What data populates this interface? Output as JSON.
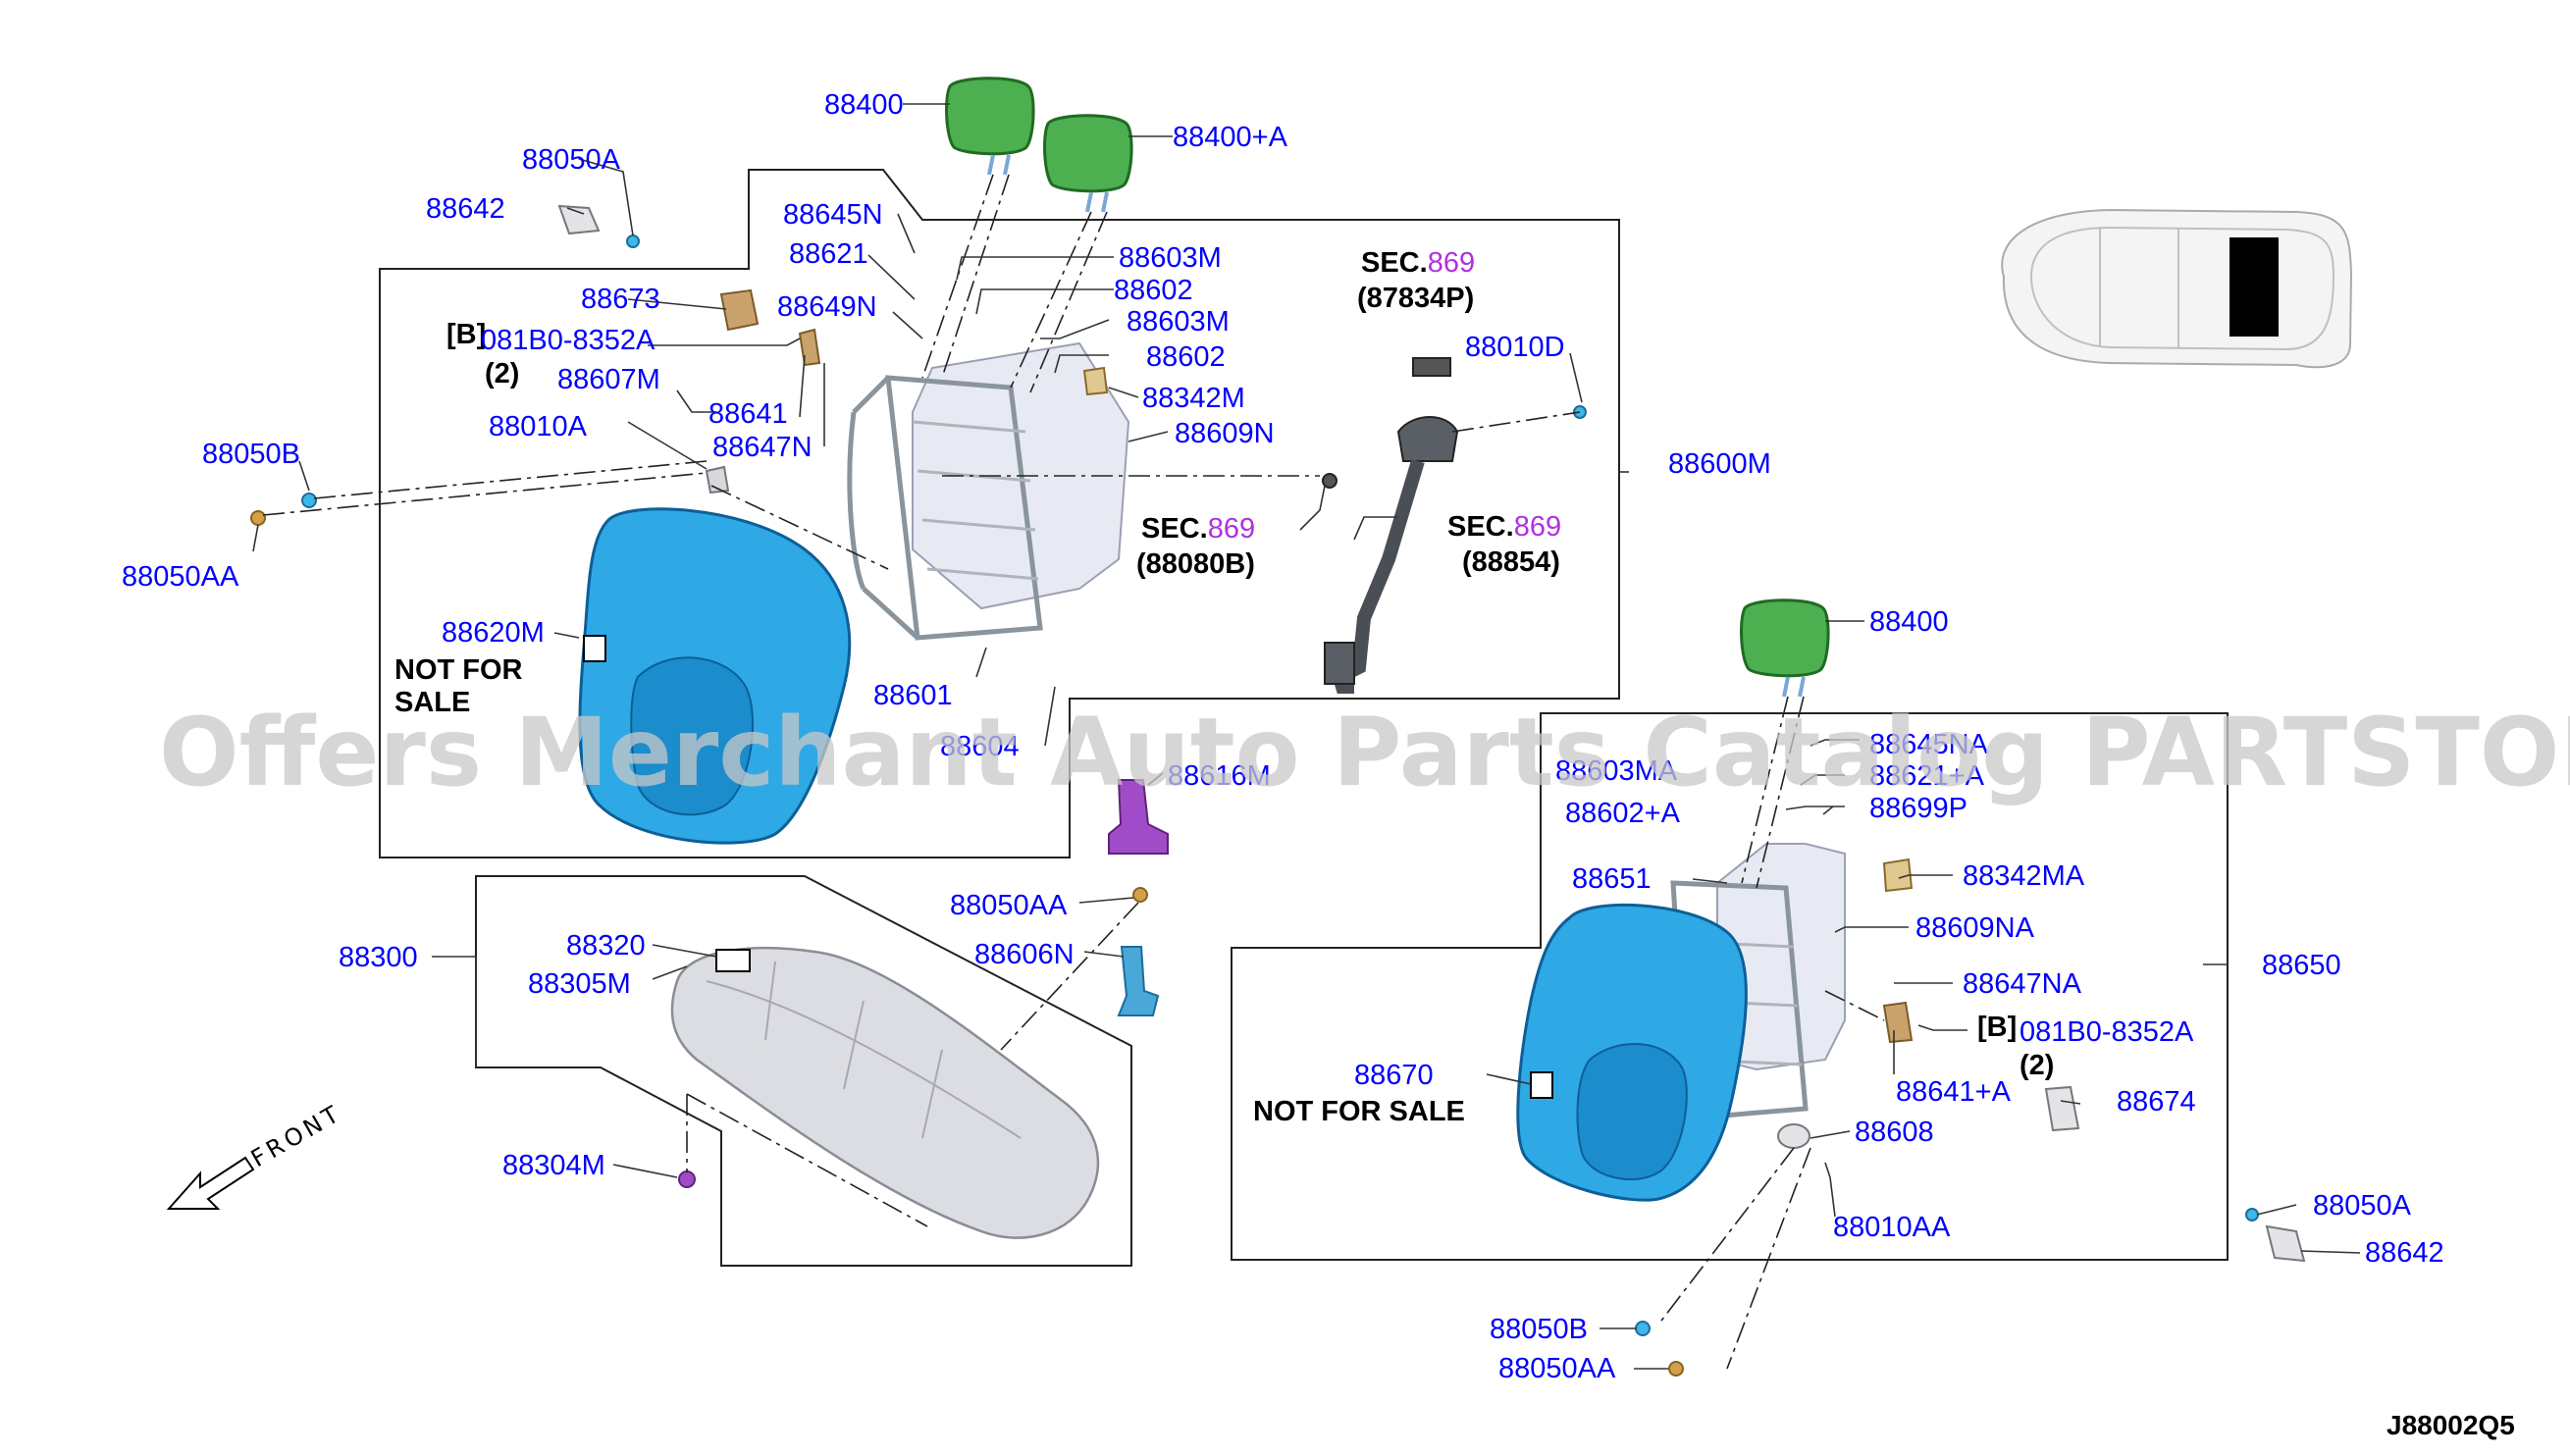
{
  "diagram_code": "J88002Q5",
  "watermark": "Offers Merchant Auto Parts Catalog PARTSTORE.SA",
  "front_label": "FRONT",
  "labels": {
    "l88400": "88400",
    "l88400A": "88400+A",
    "l88050A_top": "88050A",
    "l88642_top": "88642",
    "l88645N": "88645N",
    "l88621": "88621",
    "l88603M_1": "88603M",
    "l88602_1": "88602",
    "l88603M_2": "88603M",
    "l88602_2": "88602",
    "l88673": "88673",
    "l88649N": "88649N",
    "b_tag_left": "[B]",
    "l081B0_left": "081B0-8352A",
    "qty_left": "(2)",
    "l88607M": "88607M",
    "l88641": "88641",
    "l88647N": "88647N",
    "l88342M": "88342M",
    "l88609N": "88609N",
    "l88010A": "88010A",
    "l88050B_left": "88050B",
    "l88050AA_left": "88050AA",
    "l88600M": "88600M",
    "l88010D": "88010D",
    "sec_prefix": "SEC.",
    "sec_num": "869",
    "sec_87834P": "(87834P)",
    "sec_88080B": "(88080B)",
    "sec_88854": "(88854)",
    "l88620M": "88620M",
    "not_for_sale_1": "NOT FOR",
    "not_for_sale_2": "SALE",
    "l88601": "88601",
    "l88604": "88604",
    "l88616M": "88616M",
    "l88300": "88300",
    "l88320": "88320",
    "l88305M": "88305M",
    "l88050AA_mid": "88050AA",
    "l88606N": "88606N",
    "l88304M": "88304M",
    "l88400_right": "88400",
    "l88645NA": "88645NA",
    "l88603MA": "88603MA",
    "l88621A": "88621+A",
    "l88602A": "88602+A",
    "l88699P": "88699P",
    "l88651": "88651",
    "l88342MA": "88342MA",
    "l88609NA": "88609NA",
    "l88647NA": "88647NA",
    "l88650": "88650",
    "b_tag_right": "[B]",
    "l081B0_right": "081B0-8352A",
    "qty_right": "(2)",
    "l88670": "88670",
    "not_for_sale_right": "NOT FOR SALE",
    "l88641A": "88641+A",
    "l88674": "88674",
    "l88608": "88608",
    "l88010AA": "88010AA",
    "l88050A_right": "88050A",
    "l88642_right": "88642",
    "l88050B_bottom": "88050B",
    "l88050AA_bottom": "88050AA"
  },
  "colors": {
    "label_blue": "#0000ff",
    "section_magenta": "#b030e0",
    "headrest_green": "#4caf50",
    "cushion_blue": "#2fa8e6",
    "bracket_purple": "#a04cc8"
  }
}
